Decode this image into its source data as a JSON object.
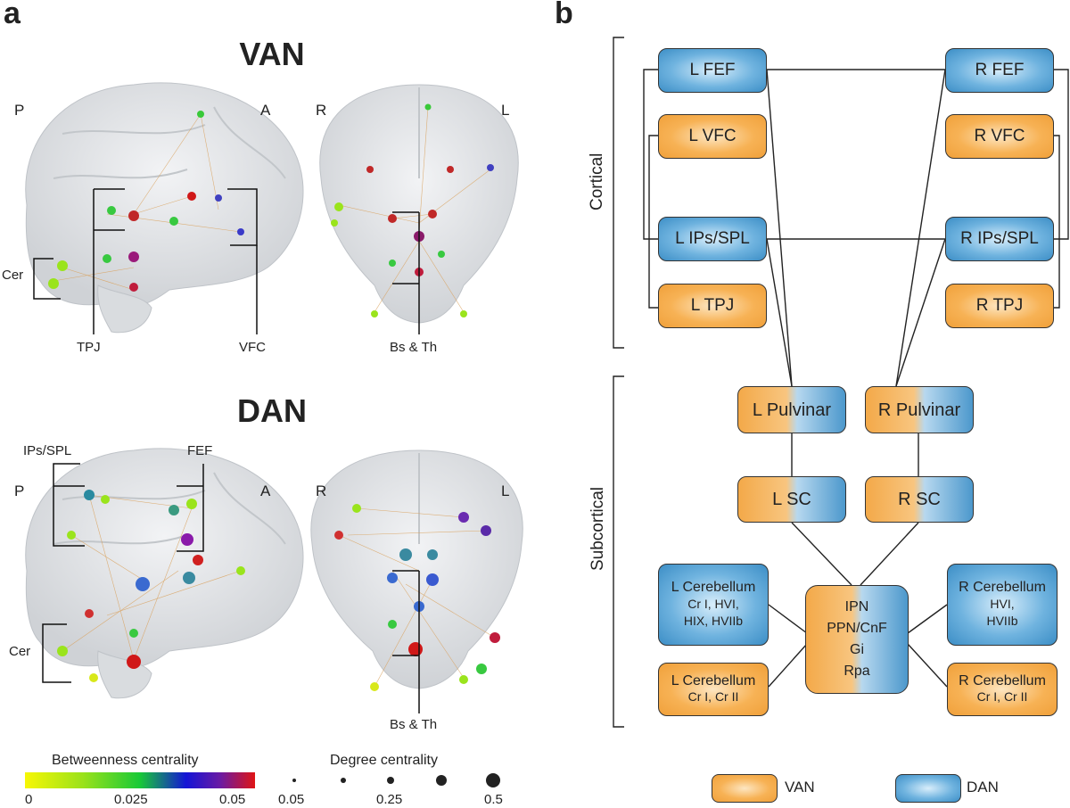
{
  "panel_a": {
    "letter": "a",
    "van_title": "VAN",
    "dan_title": "DAN",
    "van_labels": {
      "p": "P",
      "a": "A",
      "r": "R",
      "l": "L",
      "tpj": "TPJ",
      "vfc": "VFC",
      "cer": "Cer",
      "bs_th": "Bs & Th"
    },
    "dan_labels": {
      "p": "P",
      "a": "A",
      "r": "R",
      "l": "L",
      "ips_spl": "IPs/SPL",
      "fef": "FEF",
      "cer": "Cer",
      "bs_th": "Bs & Th"
    },
    "betweenness_legend": {
      "title": "Betweenness centrality",
      "ticks": [
        "0",
        "0.025",
        "0.05"
      ],
      "colors": [
        "#f7f705",
        "#9be21a",
        "#18c937",
        "#1414d6",
        "#6b1aa3",
        "#e01414"
      ]
    },
    "degree_legend": {
      "title": "Degree centrality",
      "ticks": [
        "0.05",
        "0.25",
        "0.5"
      ]
    }
  },
  "panel_b": {
    "letter": "b",
    "cortical_label": "Cortical",
    "subcortical_label": "Subcortical",
    "nodes": {
      "l_fef": "L FEF",
      "r_fef": "R FEF",
      "l_vfc": "L VFC",
      "r_vfc": "R VFC",
      "l_ips": "L IPs/SPL",
      "r_ips": "R IPs/SPL",
      "l_tpj": "L TPJ",
      "r_tpj": "R TPJ",
      "l_pulv": "L Pulvinar",
      "r_pulv": "R Pulvinar",
      "l_sc": "L SC",
      "r_sc": "R SC",
      "l_cb1_t": "L Cerebellum",
      "l_cb1_1": "Cr I, HVI,",
      "l_cb1_2": "HIX, HVIIb",
      "l_cb2_t": "L Cerebellum",
      "l_cb2_1": "Cr I, Cr II",
      "r_cb1_t": "R Cerebellum",
      "r_cb1_1": "HVI,",
      "r_cb1_2": "HVIIb",
      "r_cb2_t": "R Cerebellum",
      "r_cb2_1": "Cr I, Cr II",
      "bs_1": "IPN",
      "bs_2": "PPN/CnF",
      "bs_3": "Gi",
      "bs_4": "Rpa"
    },
    "legend": {
      "van": "VAN",
      "dan": "DAN"
    }
  }
}
